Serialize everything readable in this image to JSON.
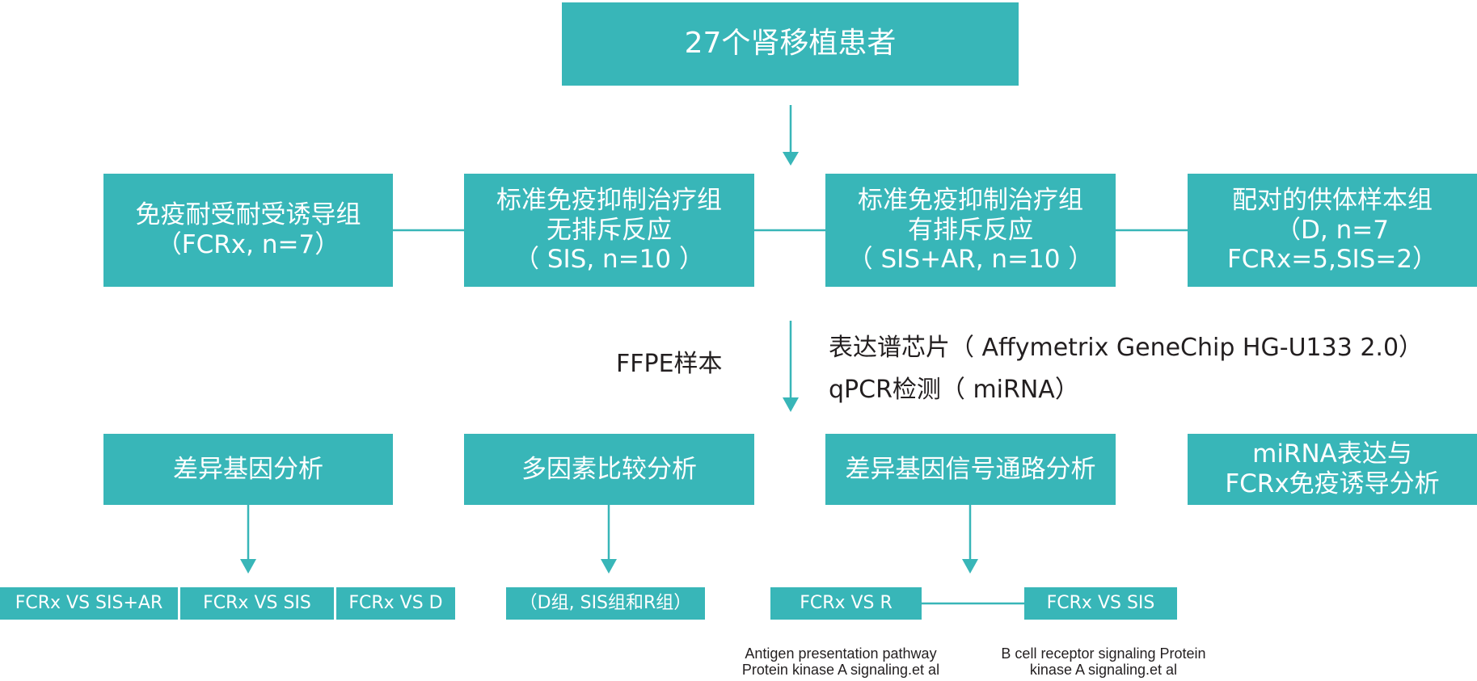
{
  "colors": {
    "box": "#38b6b8",
    "line": "#38b6b8",
    "text": "#231f20"
  },
  "top": {
    "title": "27个肾移植患者"
  },
  "groups": [
    {
      "line1": "免疫耐受耐受诱导组",
      "line2": "（FCRx, n=7）"
    },
    {
      "line1": "标准免疫抑制治疗组",
      "line2": "无排斥反应",
      "line3": "（ SIS, n=10 ）"
    },
    {
      "line1": "标准免疫抑制治疗组",
      "line2": "有排斥反应",
      "line3": "（ SIS+AR, n=10 ）"
    },
    {
      "line1": "配对的供体样本组",
      "line2": "（D, n=7",
      "line3": "FCRx=5,SIS=2）"
    }
  ],
  "methods": {
    "sample": "FFPE样本",
    "chip": "表达谱芯片（ Affymetrix GeneChip HG-U133 2.0）",
    "qpcr": "qPCR检测（ miRNA）"
  },
  "analyses": [
    {
      "line1": "差异基因分析"
    },
    {
      "line1": "多因素比较分析"
    },
    {
      "line1": "差异基因信号通路分析"
    },
    {
      "line1": "miRNA表达与",
      "line2": "FCRx免疫诱导分析"
    }
  ],
  "comparisons": {
    "c1": "FCRx VS SIS+AR",
    "c2": "FCRx VS SIS",
    "c3": "FCRx VS D",
    "c4": "（D组, SIS组和R组）",
    "c5": "FCRx VS R",
    "c6": "FCRx VS SIS"
  },
  "pathways": {
    "left_line1": "Antigen presentation pathway",
    "left_line2": "Protein kinase A signaling.et al",
    "right_line1": "B cell receptor signaling Protein",
    "right_line2": "kinase A signaling.et al"
  }
}
